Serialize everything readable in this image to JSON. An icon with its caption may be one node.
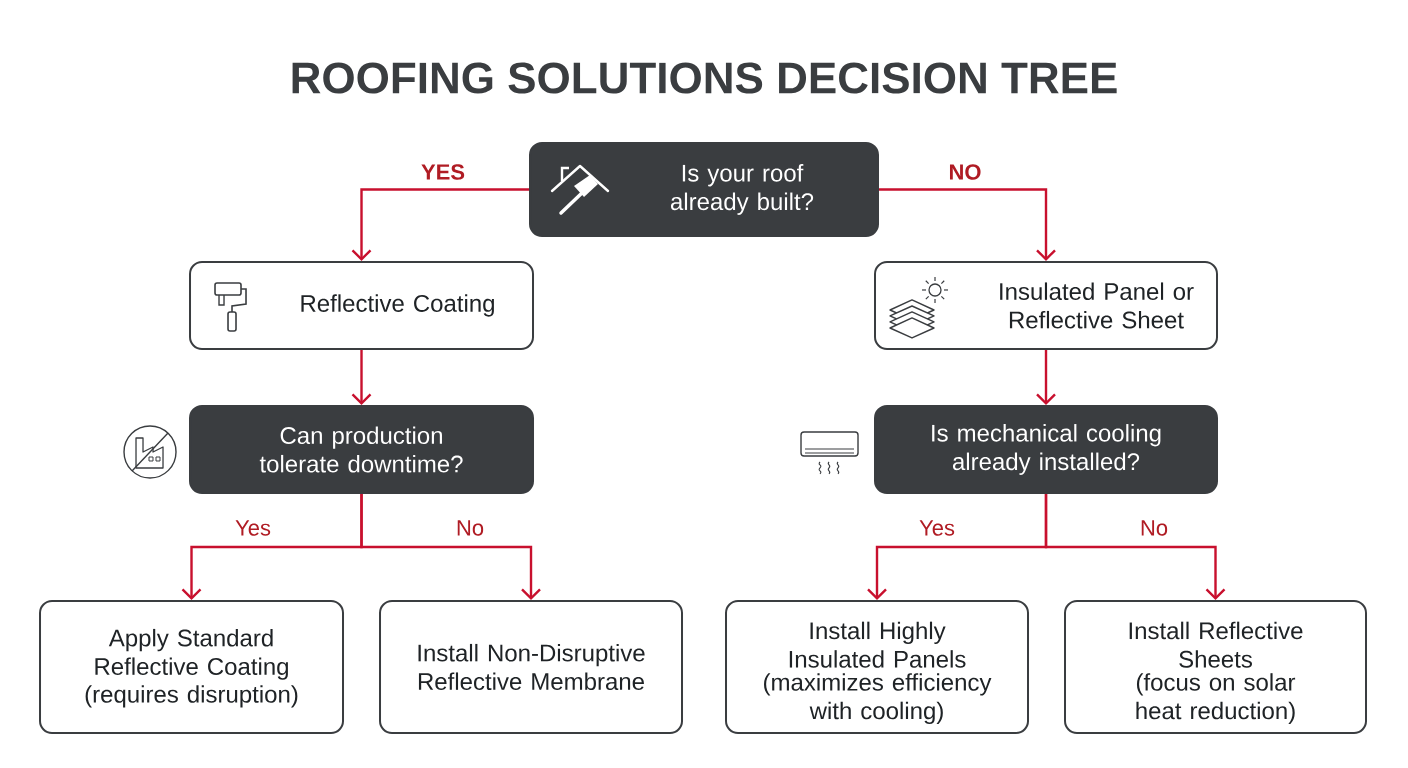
{
  "diagram": {
    "title": "ROOFING SOLUTIONS DECISION TREE",
    "nodes": [
      {
        "text": [
          "Is your roof already built?"
        ]
      },
      {
        "text": [
          "Reflective Coating"
        ]
      },
      {
        "text": [
          "Insulated Panel or Reflective Sheet"
        ]
      },
      {
        "text": [
          "Can production tolerate downtime?"
        ]
      },
      {
        "text": [
          "Is mechanical cooling already installed?"
        ]
      },
      {
        "text": [
          "Apply Standard Reflective Coating",
          "(requires disruption)"
        ]
      },
      {
        "text": [
          "Install Non-Disruptive Reflective Membrane"
        ]
      },
      {
        "text": [
          "Install Highly Insulated Panels",
          "(maximizes efficiency with cooling)"
        ]
      },
      {
        "text": [
          "Install Reflective Sheets",
          "(focus on solar heat reduction)"
        ]
      }
    ],
    "edges": [
      {
        "from": 0,
        "to": 1,
        "arrow": "to",
        "label": "YES"
      },
      {
        "from": 0,
        "to": 2,
        "arrow": "to",
        "label": "NO"
      },
      {
        "from": 1,
        "to": 3,
        "arrow": "to"
      },
      {
        "from": 2,
        "to": 4,
        "arrow": "to"
      },
      {
        "from": 3,
        "to": 5,
        "arrow": "to",
        "label": "Yes"
      },
      {
        "from": 3,
        "to": 6,
        "arrow": "to",
        "label": "No"
      },
      {
        "from": 4,
        "to": 7,
        "arrow": "to",
        "label": "Yes"
      },
      {
        "from": 4,
        "to": 8,
        "arrow": "to",
        "label": "No"
      }
    ]
  }
}
